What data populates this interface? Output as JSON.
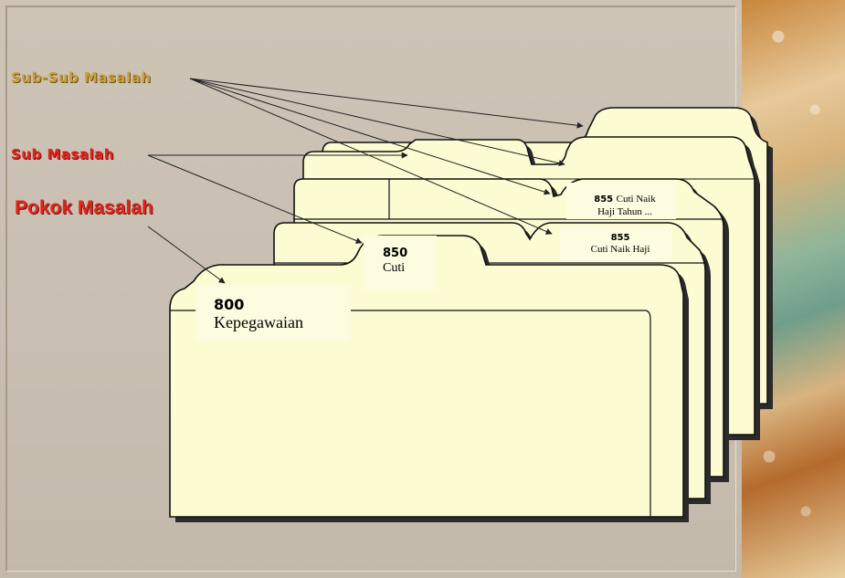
{
  "labels": {
    "sub_sub_masalah": "Sub-Sub Masalah",
    "sub_masalah": "Sub Masalah",
    "pokok_masalah": "Pokok Masalah"
  },
  "folders": {
    "f800": {
      "code": "800",
      "name": "Kepegawaian"
    },
    "f850": {
      "code": "850",
      "name": "Cuti"
    },
    "f855_back": {
      "code": "855",
      "name": "Cuti Naik",
      "name_line2": "Haji Tahun ..."
    },
    "f855_front": {
      "code": "855",
      "name": "Cuti Naik Haji"
    }
  },
  "colors": {
    "folder_fill": "#fcfbd2",
    "tab_fill": "#fdfbe0",
    "folder_stroke": "#111111",
    "label_gold": "#c9a13c",
    "label_red": "#e0261d"
  }
}
